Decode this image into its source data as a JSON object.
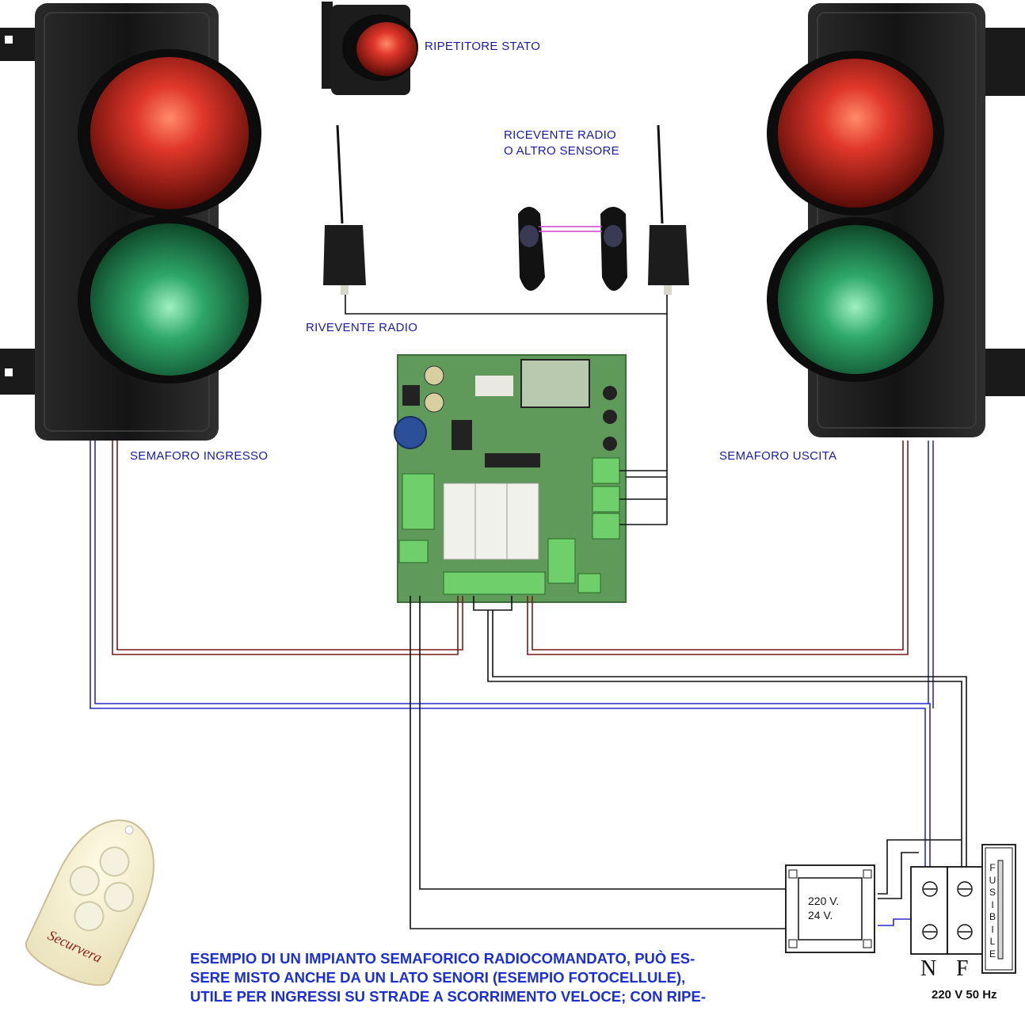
{
  "labels": {
    "repeater": "RIPETITORE STATO",
    "receiver_sensor_line1": "RICEVENTE RADIO",
    "receiver_sensor_line2": "O ALTRO SENSORE",
    "radio_receiver": "RIVEVENTE RADIO",
    "entry_light": "SEMAFORO INGRESSO",
    "exit_light": "SEMAFORO USCITA"
  },
  "transformer": {
    "line1": "220 V.",
    "line2": "24 V."
  },
  "fuse": {
    "letters": [
      "F",
      "U",
      "S",
      "I",
      "B",
      "I",
      "L",
      "E"
    ]
  },
  "terminals": {
    "neutral": "N",
    "phase": "F",
    "mains": "220 V 50 Hz"
  },
  "remote": {
    "brand": "Securvera"
  },
  "caption": {
    "line1": "ESEMPIO DI UN IMPIANTO SEMAFORICO RADIOCOMANDATO, PUÒ ES-",
    "line2": "SERE MISTO ANCHE DA UN LATO SENORI (ESEMPIO FOTOCELLULE),",
    "line3": "UTILE PER INGRESSI SU STRADE A SCORRIMENTO VELOCE; CON RIPE-"
  },
  "colors": {
    "label_blue": "#1a1aa8",
    "caption_blue": "#1c2fd0",
    "wire_blue": "#2a2ad0",
    "wire_brown": "#7a1a1a",
    "wire_black": "#111111",
    "red_lamp": "#c0261c",
    "green_lamp": "#1f8a4c",
    "pcb_green": "#5f9a5a"
  }
}
